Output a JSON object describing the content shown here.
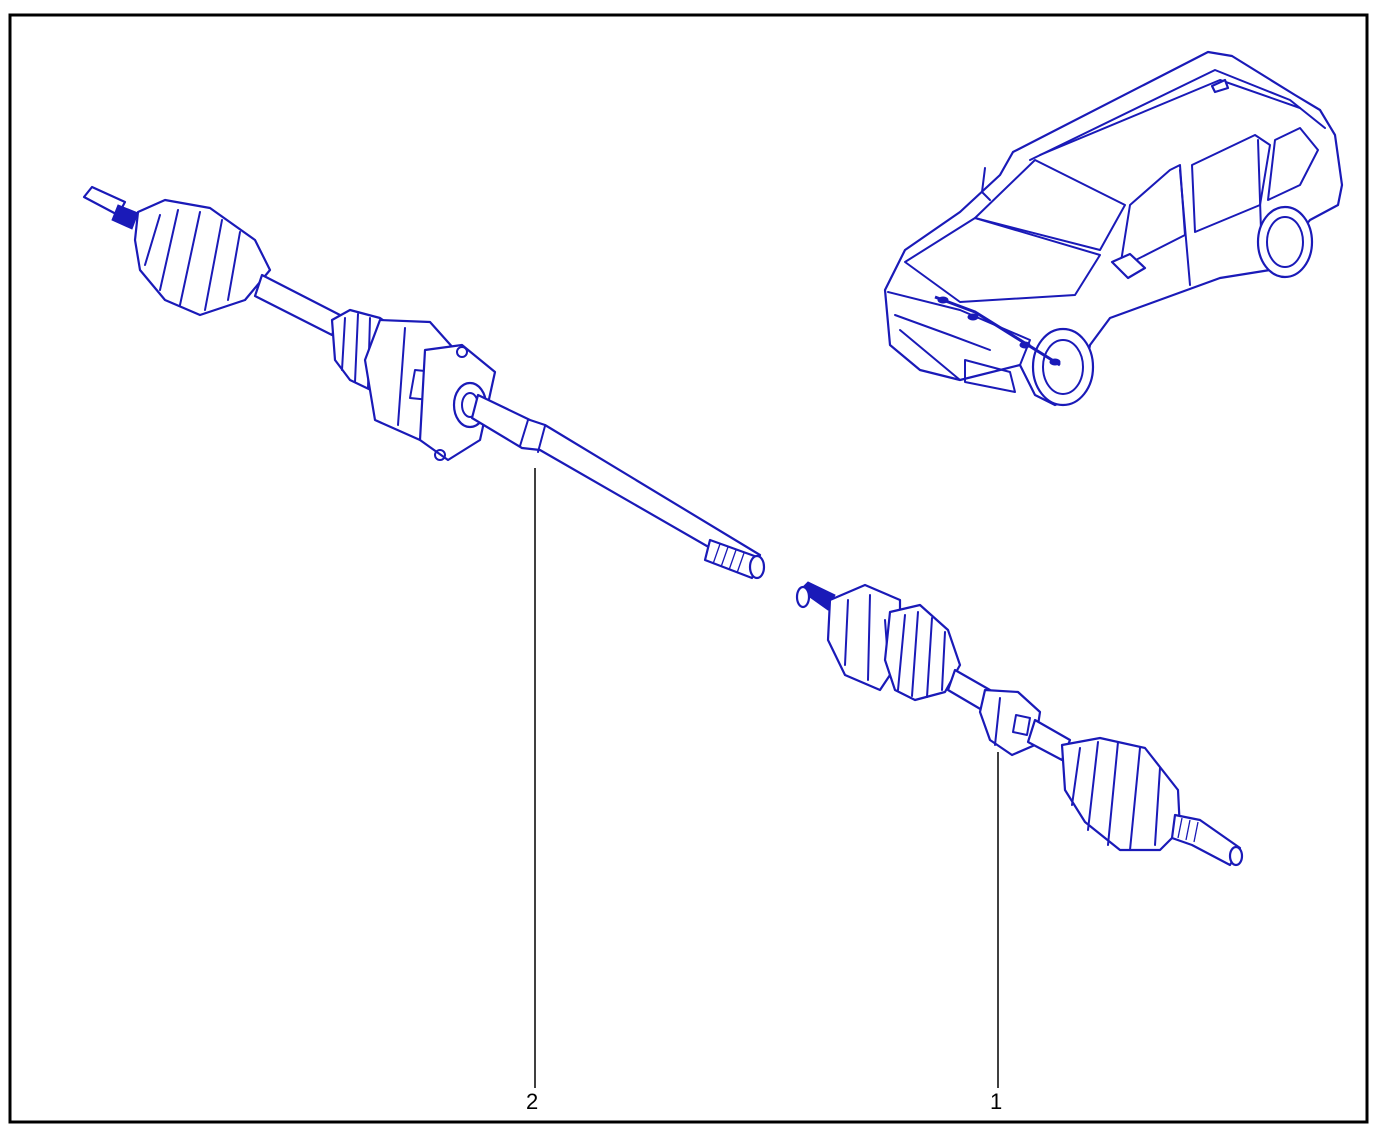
{
  "callouts": [
    {
      "id": "2",
      "label": "2"
    },
    {
      "id": "1",
      "label": "1"
    }
  ],
  "colors": {
    "line_art": "#1a1ab8",
    "frame": "#000000",
    "background": "#ffffff"
  },
  "icons": {
    "vehicle": "suv-locator-icon",
    "part_2": "right-driveshaft-with-intermediate-bearing",
    "part_1": "left-driveshaft"
  }
}
